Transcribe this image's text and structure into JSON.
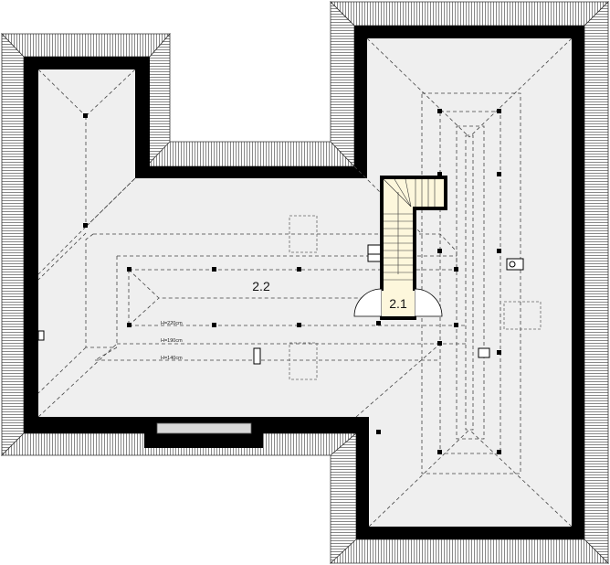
{
  "plan": {
    "rooms": [
      {
        "number": "2.2"
      },
      {
        "number": "2.1"
      }
    ],
    "height_lines": [
      {
        "label": "H=220cm"
      },
      {
        "label": "H=190cm"
      },
      {
        "label": "H=140cm"
      }
    ],
    "colors": {
      "wall": "#000000",
      "floor": "#efefef",
      "stair_fill": "#fdf7dc",
      "roof_hatch": "#555555",
      "dashed_lines": "#444444"
    }
  }
}
